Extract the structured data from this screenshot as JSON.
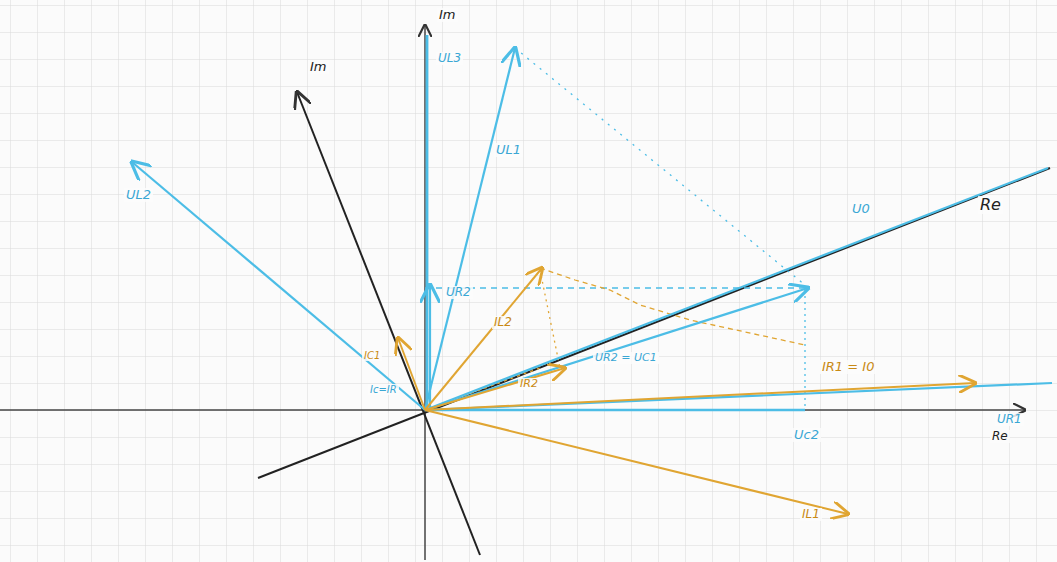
{
  "diagram": {
    "labels": [
      "Im",
      "Im",
      "UL3",
      "UL1",
      "UL2",
      "UR2",
      "IL2",
      "IR2",
      "UR2 = UC1",
      "U0",
      "Re",
      "IR1 = I0",
      "UR1",
      "Uc2",
      "Re",
      "IL1",
      "IC1",
      "Ic=IR"
    ]
  }
}
